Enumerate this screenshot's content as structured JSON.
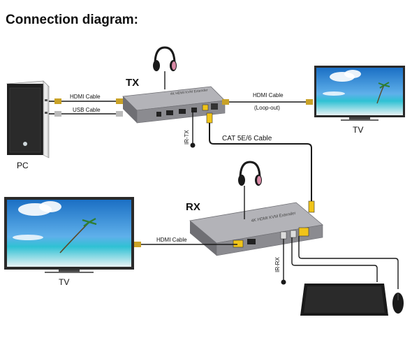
{
  "heading": "Connection diagram:",
  "tx": {
    "label": "TX",
    "model_text": "4K HDMI KVM Extender",
    "ir_label": "IR-TX"
  },
  "rx": {
    "label": "RX",
    "model_text": "4K HDMI KVM Extender",
    "ir_label": "IR-RX"
  },
  "cables": {
    "pc_hdmi": "HDMI Cable",
    "pc_usb": "USB Cable",
    "loop_hdmi": "HDMI Cable",
    "loop_note": "(Loop-out)",
    "cat": "CAT 5E/6 Cable",
    "rx_hdmi": "HDMI Cable"
  },
  "devices": {
    "pc": "PC",
    "tv_top": "TV",
    "tv_bottom": "TV"
  },
  "colors": {
    "device_body": "#8b8b90",
    "device_top": "#a9a9ae",
    "cable": "#1a1a1a",
    "headphone_pink": "#d98aa6",
    "sky": "#2f8fd8",
    "sea": "#38c6d8",
    "sand": "#e8eef0"
  },
  "icons": [
    "headphones-icon",
    "keyboard-icon",
    "mouse-icon",
    "computer-tower-icon",
    "tv-icon",
    "ir-sensor-icon"
  ]
}
